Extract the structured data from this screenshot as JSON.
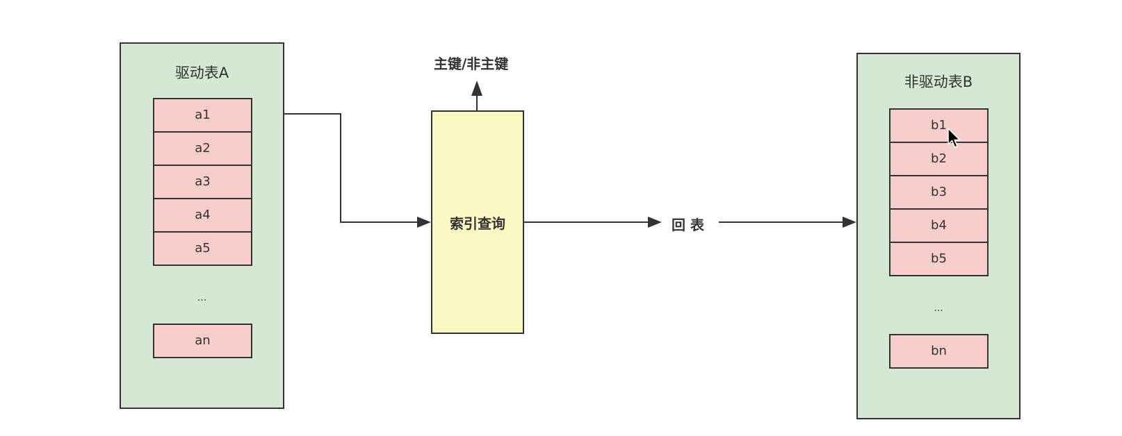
{
  "driving_table": {
    "title": "驱动表A",
    "rows": [
      "a1",
      "a2",
      "a3",
      "a4",
      "a5"
    ],
    "ellipsis": "...",
    "last_row": "an"
  },
  "non_driving_table": {
    "title": "非驱动表B",
    "rows": [
      "b1",
      "b2",
      "b3",
      "b4",
      "b5"
    ],
    "ellipsis": "...",
    "last_row": "bn"
  },
  "index_query": {
    "label": "索引查询",
    "output_label": "主键/非主键"
  },
  "lookup": {
    "label": "回 表"
  },
  "colors": {
    "table_fill": "#d5e8d4",
    "row_fill": "#f8cecc",
    "process_fill": "#fbf8c4",
    "stroke": "#333333"
  },
  "icons": {
    "cursor": "mouse-pointer-icon"
  }
}
